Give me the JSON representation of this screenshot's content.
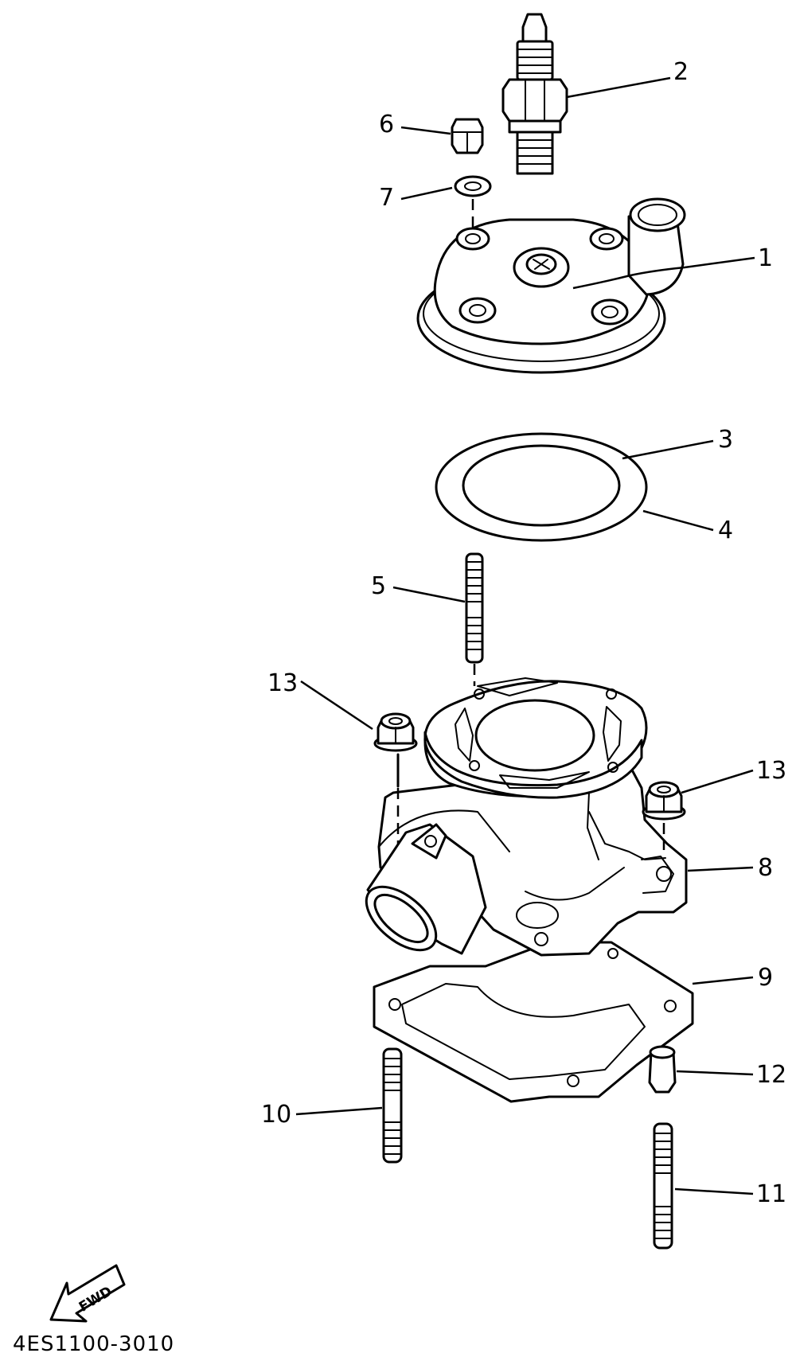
{
  "diagram": {
    "callouts": [
      {
        "id": "1",
        "text": "1"
      },
      {
        "id": "2",
        "text": "2"
      },
      {
        "id": "3",
        "text": "3"
      },
      {
        "id": "4",
        "text": "4"
      },
      {
        "id": "5",
        "text": "5"
      },
      {
        "id": "6",
        "text": "6"
      },
      {
        "id": "7",
        "text": "7"
      },
      {
        "id": "8",
        "text": "8"
      },
      {
        "id": "9",
        "text": "9"
      },
      {
        "id": "10",
        "text": "10"
      },
      {
        "id": "11",
        "text": "11"
      },
      {
        "id": "12",
        "text": "12"
      },
      {
        "id": "13a",
        "text": "13"
      },
      {
        "id": "13b",
        "text": "13"
      }
    ],
    "forward_arrow_label": "FWD",
    "figure_code": "4ES1100-3010"
  }
}
